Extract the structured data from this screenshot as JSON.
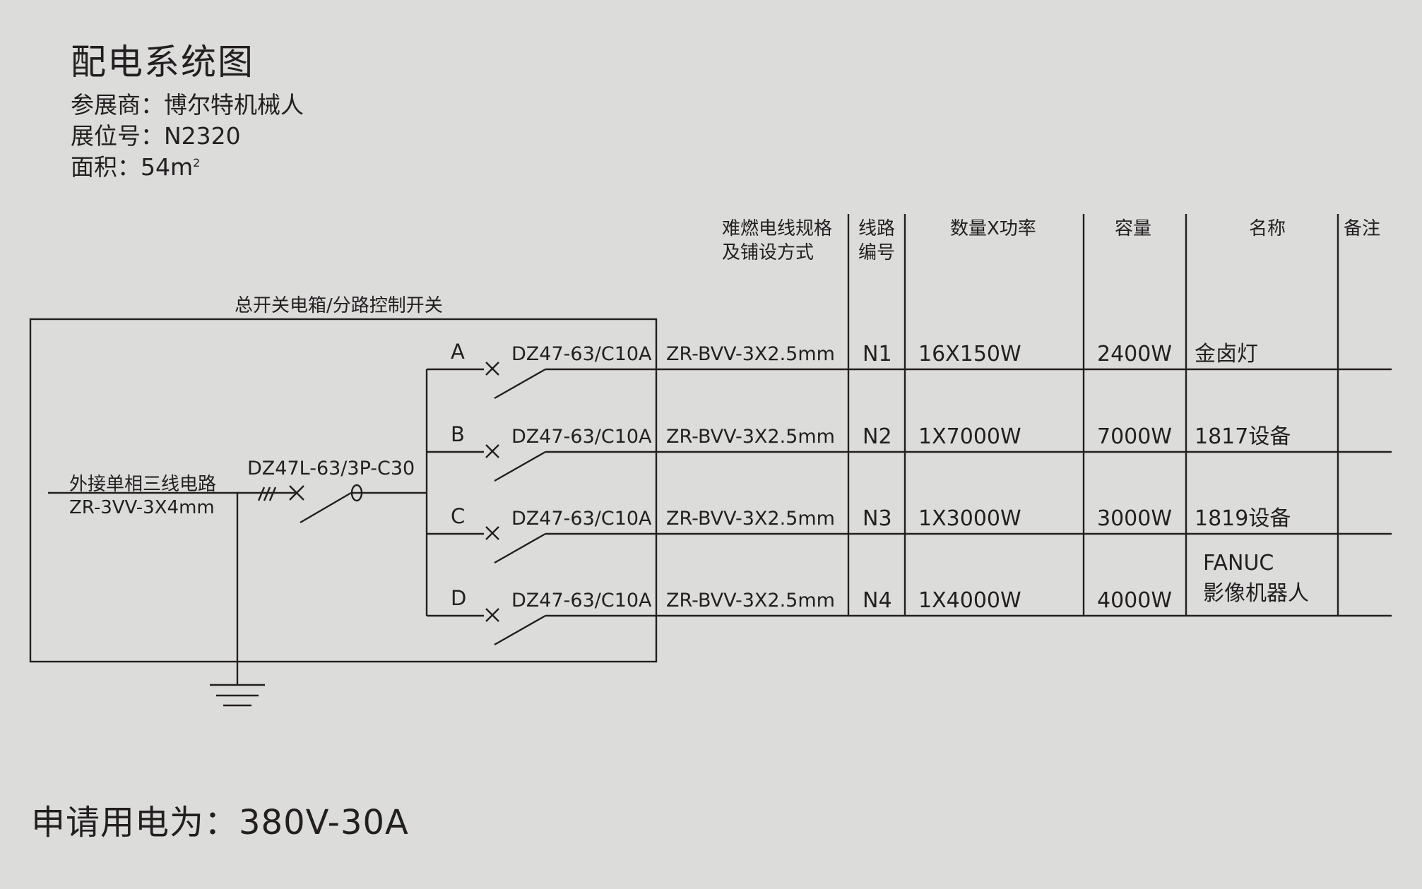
{
  "header": {
    "title": "配电系统图",
    "exhibitor": "参展商：博尔特机械人",
    "booth": "展位号：N2320",
    "area": "面积：54m",
    "area_sup": "2"
  },
  "diagram": {
    "box_label": "总开关电箱/分路控制开关",
    "incoming_label": "外接单相三线电路",
    "incoming_cable": "ZR-3VV-3X4mm",
    "main_breaker": "DZ47L-63/3P-C30",
    "table_headers": {
      "cable_line1": "难燃电线规格",
      "cable_line2": "及铺设方式",
      "circuit_line1": "线路",
      "circuit_line2": "编号",
      "qty_power": "数量X功率",
      "capacity": "容量",
      "name": "名称",
      "note": "备注"
    },
    "branches": [
      {
        "phase": "A",
        "breaker": "DZ47-63/C10A",
        "cable": "ZR-BVV-3X2.5mm",
        "circuit": "N1",
        "qty_power": "16X150W",
        "capacity": "2400W",
        "name_line1": "金卤灯",
        "name_line2": ""
      },
      {
        "phase": "B",
        "breaker": "DZ47-63/C10A",
        "cable": "ZR-BVV-3X2.5mm",
        "circuit": "N2",
        "qty_power": "1X7000W",
        "capacity": "7000W",
        "name_line1": "1817设备",
        "name_line2": ""
      },
      {
        "phase": "C",
        "breaker": "DZ47-63/C10A",
        "cable": "ZR-BVV-3X2.5mm",
        "circuit": "N3",
        "qty_power": "1X3000W",
        "capacity": "3000W",
        "name_line1": "1819设备",
        "name_line2": ""
      },
      {
        "phase": "D",
        "breaker": "DZ47-63/C10A",
        "cable": "ZR-BVV-3X2.5mm",
        "circuit": "N4",
        "qty_power": "1X4000W",
        "capacity": "4000W",
        "name_line1": "FANUC",
        "name_line2": "影像机器人"
      }
    ]
  },
  "footer": {
    "power_request": "申请用电为：380V-30A"
  }
}
